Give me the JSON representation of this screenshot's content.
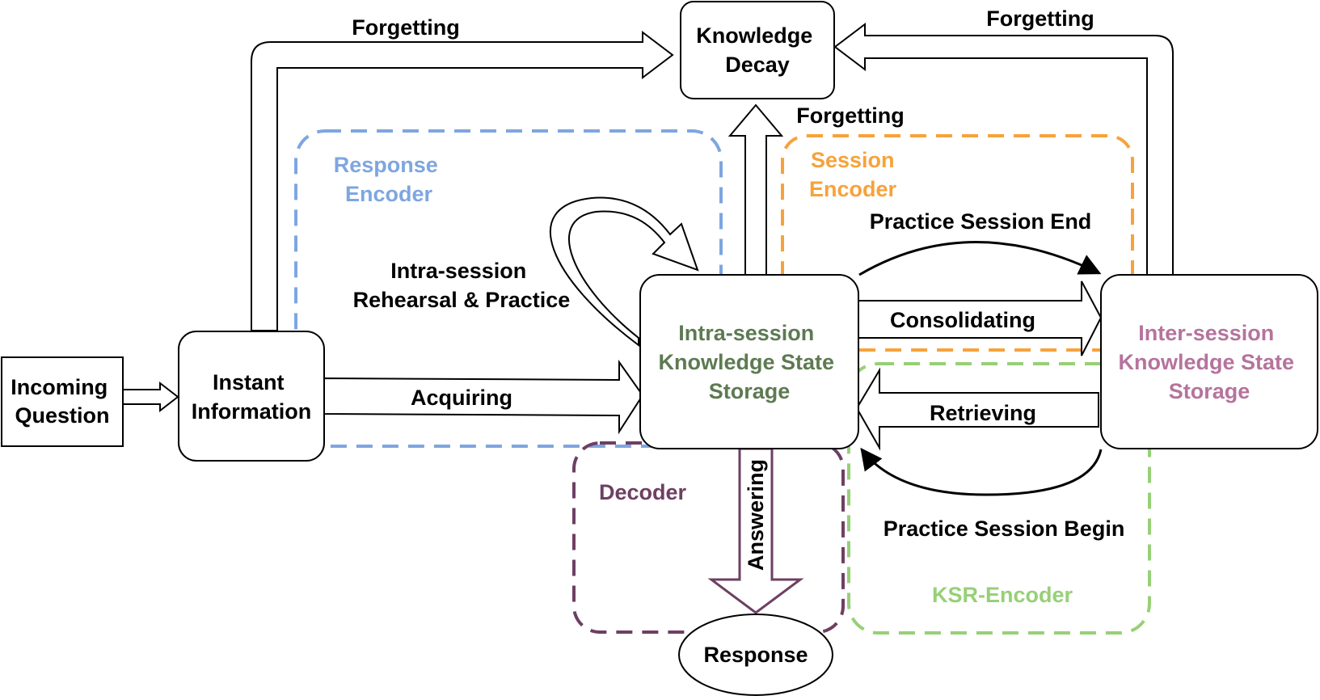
{
  "nodes": {
    "incoming_question": [
      "Incoming",
      "Question"
    ],
    "instant_information": [
      "Instant",
      "Information"
    ],
    "knowledge_decay": [
      "Knowledge",
      "Decay"
    ],
    "intra_session_storage": [
      "Intra-session",
      "Knowledge State",
      "Storage"
    ],
    "inter_session_storage": [
      "Inter-session",
      "Knowledge State",
      "Storage"
    ],
    "response": "Response"
  },
  "regions": {
    "response_encoder": [
      "Response",
      "Encoder"
    ],
    "session_encoder": [
      "Session",
      "Encoder"
    ],
    "decoder": "Decoder",
    "ksr_encoder": "KSR-Encoder"
  },
  "edges": {
    "forgetting_left": "Forgetting",
    "forgetting_right": "Forgetting",
    "forgetting_up": "Forgetting",
    "intra_session_rehearsal": [
      "Intra-session",
      "Rehearsal & Practice"
    ],
    "acquiring": "Acquiring",
    "practice_session_end": "Practice Session End",
    "consolidating": "Consolidating",
    "retrieving": "Retrieving",
    "practice_session_begin": "Practice Session Begin",
    "answering": "Answering"
  },
  "colors": {
    "response_encoder": "#7EA6E0",
    "session_encoder": "#F7A23B",
    "decoder": "#6E3F63",
    "ksr_encoder": "#97D077",
    "intra_session_text": "#5D7A52",
    "inter_session_text": "#B5739D",
    "line": "#000000"
  }
}
